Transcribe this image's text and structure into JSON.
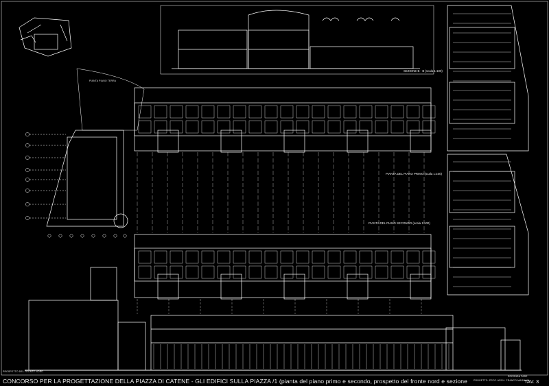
{
  "title_block": {
    "main_title": "CONCORSO PER LA PROGETTAZIONE DELLA PIAZZA DI CATENE - GLI EDIFICI SULLA PIAZZA /1 (pianta del piano primo e secondo, prospetto del fronte nord e sezione trasversale)",
    "sheet_number": "TAV. 3",
    "credits": "PROGETTO: PROF. ARCH. FRANCO MAGNANI",
    "small_note": "SECONDA FASE"
  },
  "labels": {
    "section": "SEZIONE B - B (scala 1:100)",
    "plan_first": "PIANTA DEL PIANO PRIMO (scala 1:100)",
    "plan_second": "PIANTA DEL PIANO SECONDO (scala 1:100)",
    "elevation": "PROSPETTO DEL FRONTE NORD",
    "detail_plan": "PIANTA PIANO TERRA"
  },
  "colors": {
    "background": "#000000",
    "linework": "#ffffff"
  }
}
